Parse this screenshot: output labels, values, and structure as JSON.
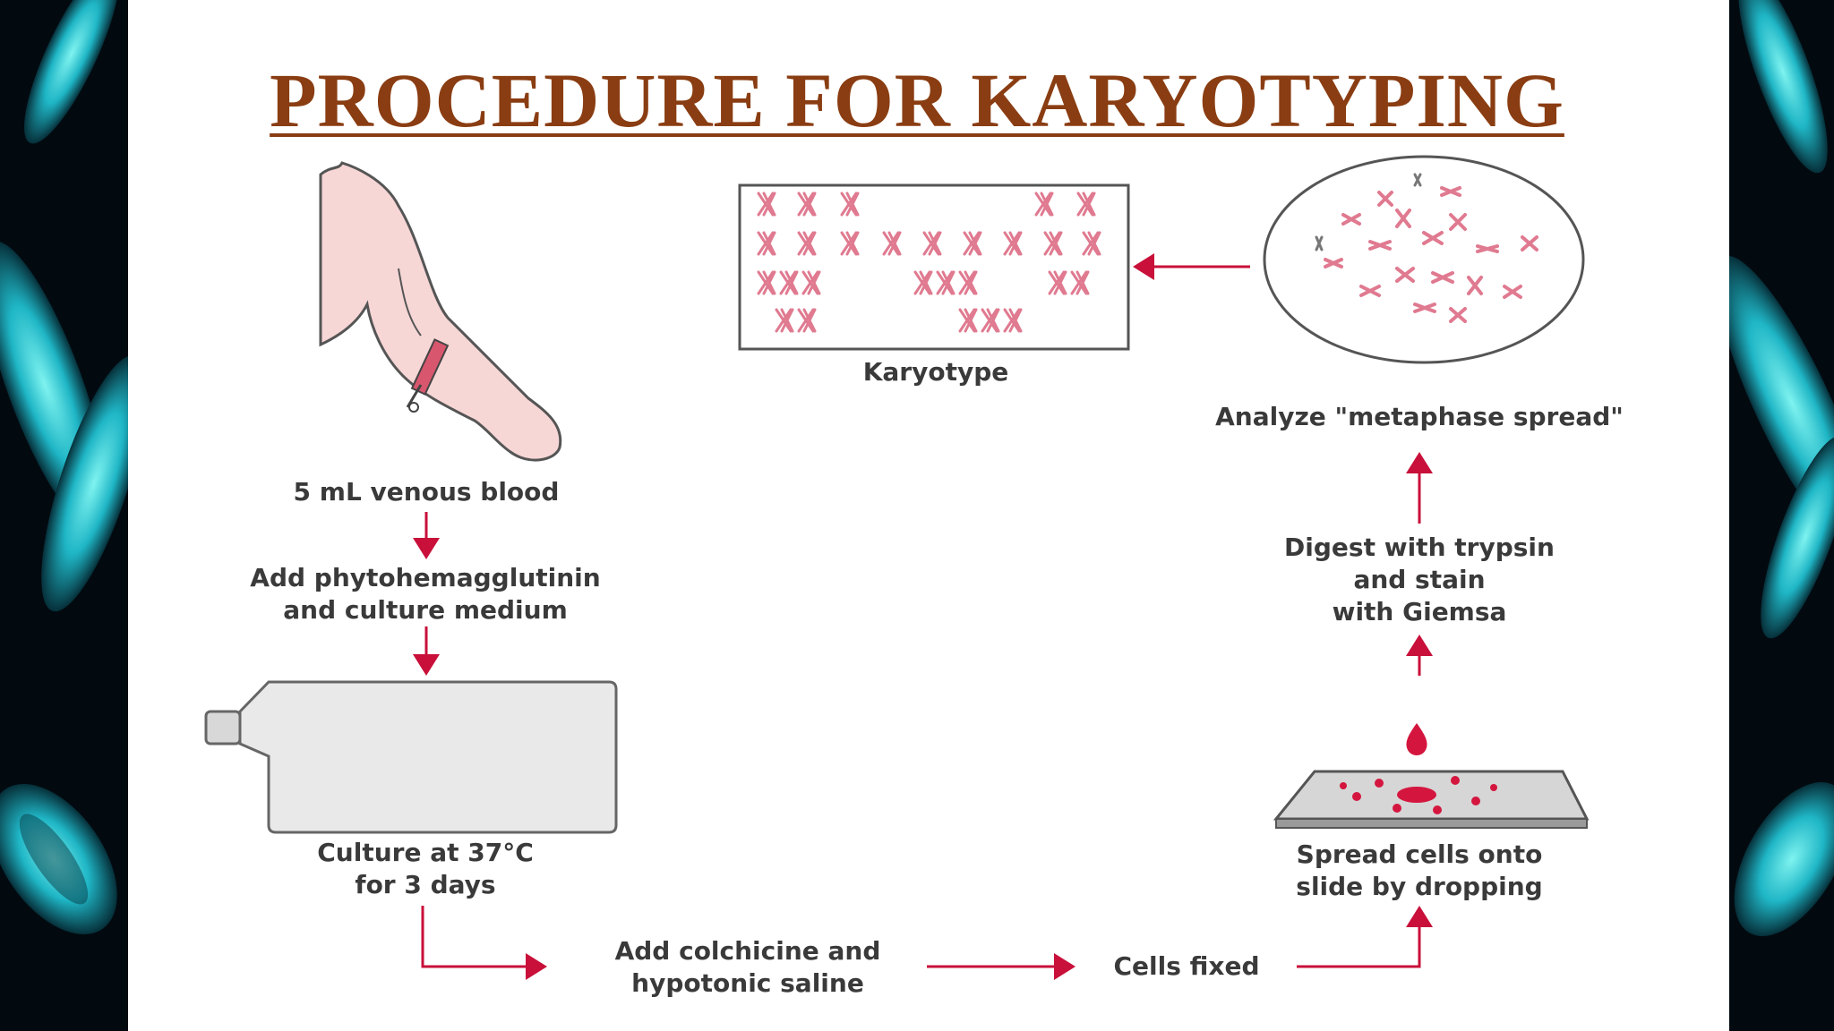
{
  "slide": {
    "title": "PROCEDURE FOR KARYOTYPING"
  },
  "steps": {
    "blood": "5 mL venous blood",
    "phyto_line1": "Add phytohemagglutinin",
    "phyto_line2": "and culture medium",
    "culture_line1": "Culture at 37°C",
    "culture_line2": "for 3 days",
    "colchicine_line1": "Add colchicine and",
    "colchicine_line2": "hypotonic saline",
    "fixed": "Cells fixed",
    "spread_line1": "Spread cells onto",
    "spread_line2": "slide by dropping",
    "digest_line1": "Digest with trypsin",
    "digest_line2": "and stain",
    "digest_line3": "with Giemsa",
    "analyze": "Analyze \"metaphase spread\"",
    "karyotype": "Karyotype"
  },
  "colors": {
    "title": "#8a3d12",
    "arrow": "#c8103a",
    "chromosome": "#e07a90",
    "skin": "#f7d6d6",
    "background_glow": "#27c9d8"
  },
  "icons": {
    "arm": "arm-with-syringe-icon",
    "flask": "culture-flask-icon",
    "slide": "microscope-slide-icon",
    "spread": "metaphase-spread-icon",
    "karyotype": "karyotype-chart-icon"
  }
}
